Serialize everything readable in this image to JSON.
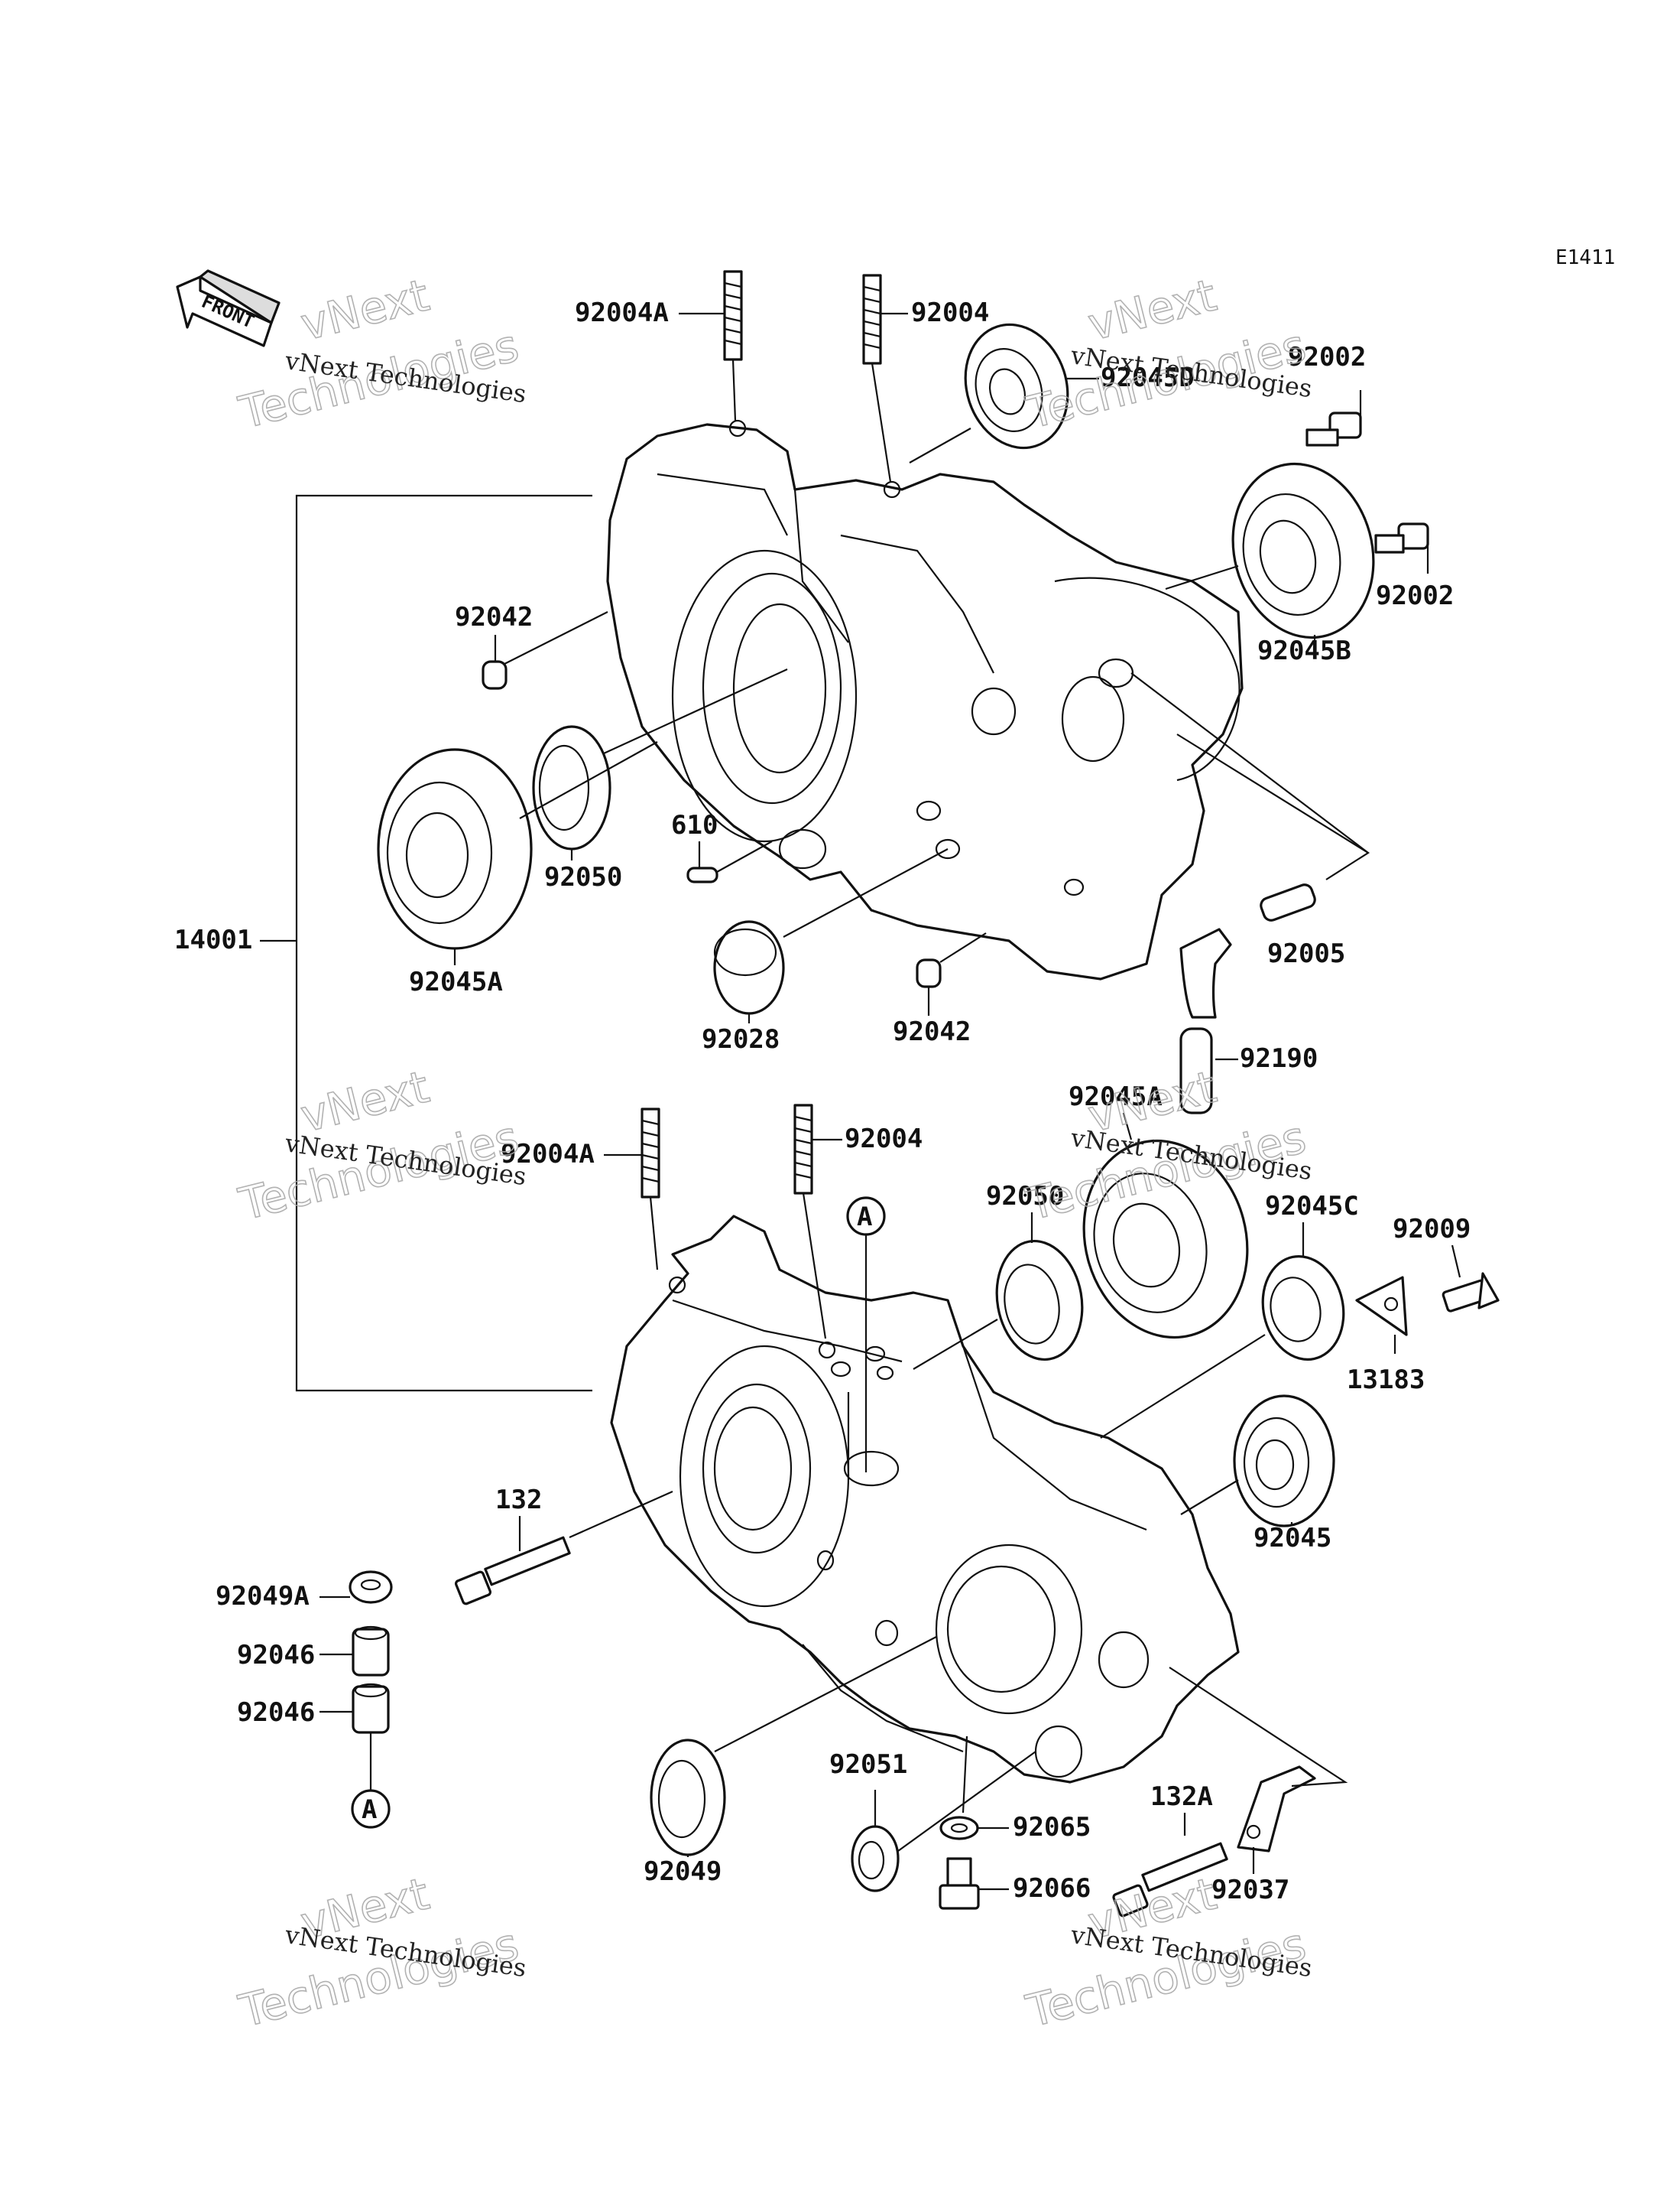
{
  "diagram_code": "E1411",
  "front_label": "FRONT",
  "callout_marker": "A",
  "watermark": {
    "small": "vNext Technologies",
    "large_line1": "vNext",
    "large_line2": "Technologies"
  },
  "labels": {
    "p92004A_top": "92004A",
    "p92004_top": "92004",
    "p92045D": "92045D",
    "p92002_a": "92002",
    "p92002_b": "92002",
    "p92045B": "92045B",
    "p92042_a": "92042",
    "p92050_a": "92050",
    "p92045A_a": "92045A",
    "p610": "610",
    "p92005": "92005",
    "p92028": "92028",
    "p92042_b": "92042",
    "p92190": "92190",
    "p14001": "14001",
    "p92004A_bot": "92004A",
    "p92004_bot": "92004",
    "p92045A_b": "92045A",
    "p92050_b": "92050",
    "p92045C": "92045C",
    "p92009": "92009",
    "p13183": "13183",
    "p92045": "92045",
    "p132": "132",
    "p92049A": "92049A",
    "p92046_a": "92046",
    "p92046_b": "92046",
    "p92051": "92051",
    "p92065": "92065",
    "p92049": "92049",
    "p132A": "132A",
    "p92066": "92066",
    "p92037": "92037"
  }
}
